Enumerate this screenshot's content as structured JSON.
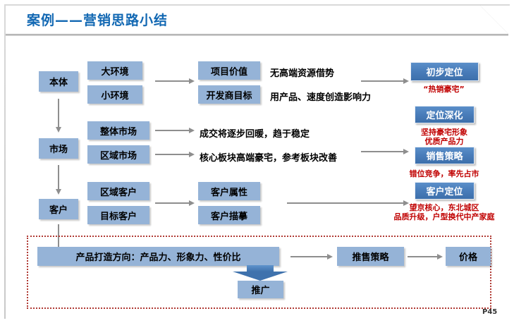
{
  "slide": {
    "title": "案例——营销思路小结",
    "page_number": "P45",
    "accent_color": "#1268b3",
    "light_box_color": "#95b3d7",
    "dark_box_color": "#4a7ebb",
    "red_text_color": "#c00000",
    "dotted_border_color": "#b03a34"
  },
  "column1": {
    "items": [
      {
        "label": "本体"
      },
      {
        "label": "市场"
      },
      {
        "label": "客户"
      }
    ]
  },
  "column2": {
    "items": [
      {
        "label": "大环境"
      },
      {
        "label": "小环境"
      },
      {
        "label": "整体市场"
      },
      {
        "label": "区域市场"
      },
      {
        "label": "区域客户"
      },
      {
        "label": "目标客户"
      }
    ]
  },
  "column3": {
    "boxes": [
      {
        "label": "项目价值"
      },
      {
        "label": "开发商目标"
      },
      {
        "label": "客户属性"
      },
      {
        "label": "客户描摹"
      }
    ],
    "notes": [
      {
        "text": "无高端资源借势"
      },
      {
        "text": "用产品、速度创造影响力"
      },
      {
        "text": "成交将逐步回暖，趋于稳定"
      },
      {
        "text": "核心板块高端豪宅，参考板块改善"
      }
    ]
  },
  "column4": {
    "items": [
      {
        "label": "初步定位",
        "note": "“热销豪宅”"
      },
      {
        "label": "定位深化",
        "note_line1": "坚持豪宅形象",
        "note_line2": "优质产品力"
      },
      {
        "label": "销售策略",
        "note": "错位竞争，率先占市"
      },
      {
        "label": "客户定位",
        "note_line1": "望京核心，东北城区",
        "note_line2": "品质升级，户型换代中产家庭"
      }
    ]
  },
  "bottom": {
    "direction_bar": "产品打造方向：产品力、形象力、性价比",
    "promotion": "推广",
    "sales_strategy": "推售策略",
    "price": "价格"
  }
}
